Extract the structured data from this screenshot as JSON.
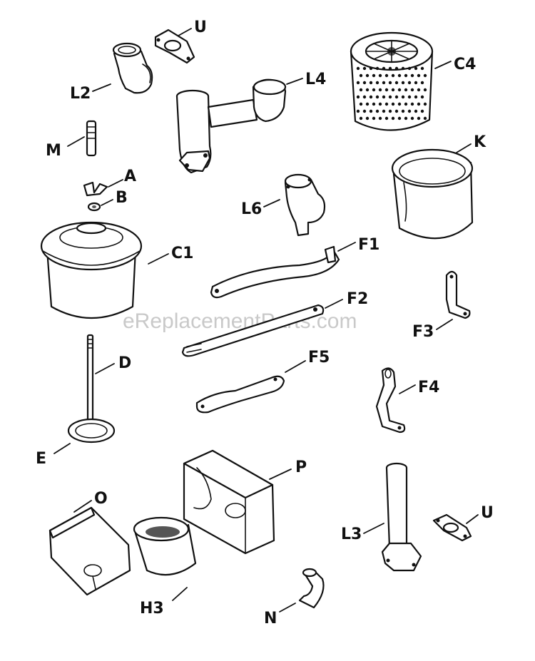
{
  "watermark": "eReplacementParts.com",
  "parts": [
    {
      "id": "U_top",
      "label": "U"
    },
    {
      "id": "L2",
      "label": "L2"
    },
    {
      "id": "L4",
      "label": "L4"
    },
    {
      "id": "C4",
      "label": "C4"
    },
    {
      "id": "M",
      "label": "M"
    },
    {
      "id": "A",
      "label": "A"
    },
    {
      "id": "B",
      "label": "B"
    },
    {
      "id": "K",
      "label": "K"
    },
    {
      "id": "L6",
      "label": "L6"
    },
    {
      "id": "C1",
      "label": "C1"
    },
    {
      "id": "F1",
      "label": "F1"
    },
    {
      "id": "F2",
      "label": "F2"
    },
    {
      "id": "F3",
      "label": "F3"
    },
    {
      "id": "D",
      "label": "D"
    },
    {
      "id": "F5",
      "label": "F5"
    },
    {
      "id": "F4",
      "label": "F4"
    },
    {
      "id": "E",
      "label": "E"
    },
    {
      "id": "P",
      "label": "P"
    },
    {
      "id": "O",
      "label": "O"
    },
    {
      "id": "U_bottom",
      "label": "U"
    },
    {
      "id": "L3",
      "label": "L3"
    },
    {
      "id": "H3",
      "label": "H3"
    },
    {
      "id": "N",
      "label": "N"
    }
  ]
}
